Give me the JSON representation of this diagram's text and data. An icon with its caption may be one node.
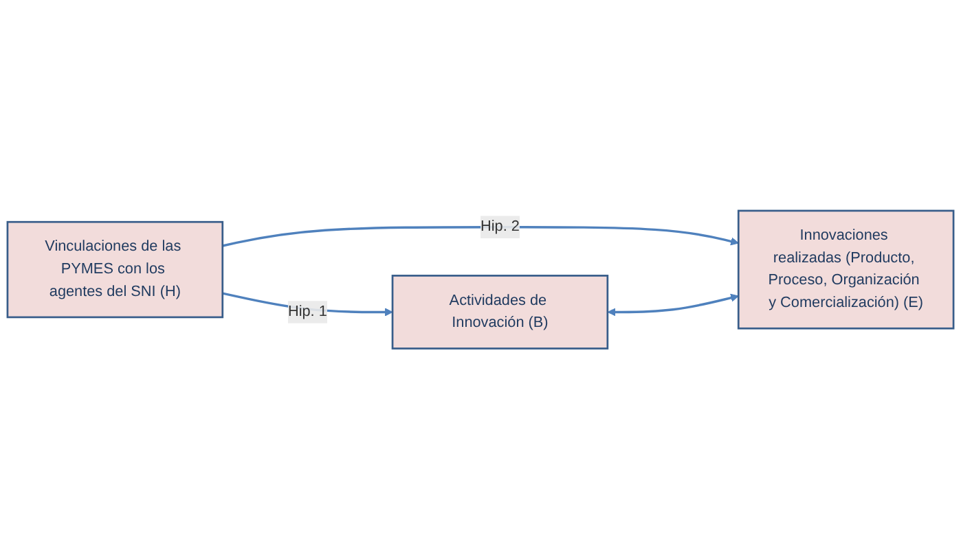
{
  "diagram": {
    "nodes": [
      {
        "text": [
          "Vinculaciones de las PYMES con los agentes del SNI (H)"
        ]
      },
      {
        "text": [
          "Actividades de Innovación (B)"
        ]
      },
      {
        "text": [
          "Innovaciones realizadas (Producto, Proceso, Organización y Comercialización) (E)"
        ]
      }
    ],
    "edges": [
      {
        "from": 0,
        "to": 1,
        "arrow": "to",
        "label": "Hip. 1"
      },
      {
        "from": 0,
        "to": 2,
        "arrow": "to",
        "label": "Hip. 2"
      },
      {
        "from": 1,
        "to": 2,
        "arrow": "both"
      }
    ]
  }
}
